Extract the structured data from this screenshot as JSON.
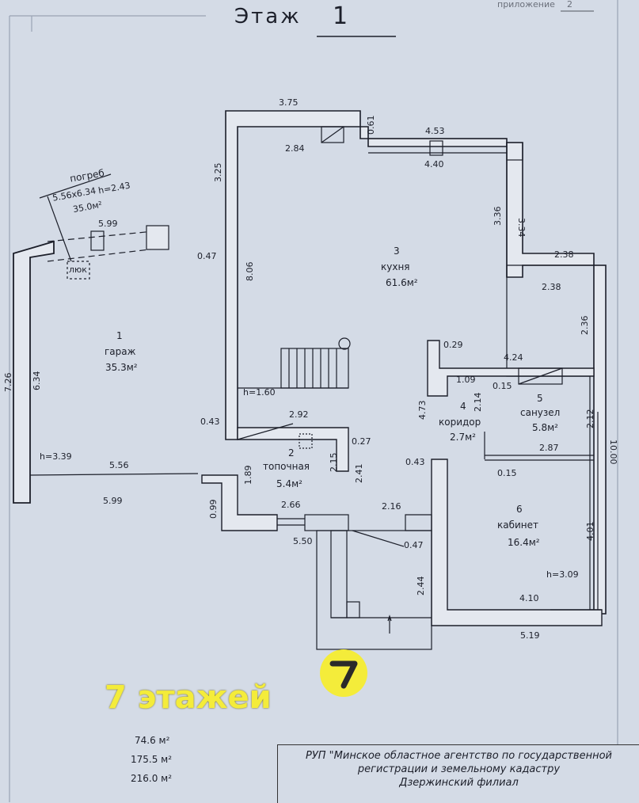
{
  "header": {
    "title": "Этаж",
    "floor_number": "1",
    "appendix_label": "приложение",
    "appendix_number": "2"
  },
  "rooms": [
    {
      "number": "1",
      "name": "гараж",
      "area": "35.3м²",
      "height": "h=3.39"
    },
    {
      "number": "2",
      "name": "топочная",
      "area": "5.4м²"
    },
    {
      "number": "3",
      "name": "кухня",
      "area": "61.6м²",
      "stair_height": "h=1.60"
    },
    {
      "number": "4",
      "name": "коридор",
      "area": "2.7м²"
    },
    {
      "number": "5",
      "name": "санузел",
      "area": "5.8м²"
    },
    {
      "number": "6",
      "name": "кабинет",
      "area": "16.4м²",
      "height": "h=3.09"
    }
  ],
  "cellar": {
    "label": "погреб",
    "size": "5.56х6.34",
    "height": "h=2.43",
    "area": "35.0м²",
    "hatch_label": "люк"
  },
  "dimensions": {
    "d375": "3.75",
    "d061": "0.61",
    "d453": "4.53",
    "d440": "4.40",
    "d284": "2.84",
    "d325": "3.25",
    "d336": "3.36",
    "d334": "3.34",
    "d238a": "2.38",
    "d238b": "2.38",
    "d236": "2.36",
    "d806": "8.06",
    "d047a": "0.47",
    "d599a": "5.99",
    "d726": "7.26",
    "d634": "6.34",
    "d556": "5.56",
    "d599b": "5.99",
    "d029": "0.29",
    "d424": "4.24",
    "d109": "1.09",
    "d015a": "0.15",
    "d214": "2.14",
    "d473": "4.73",
    "d212": "2.12",
    "d1000": "10.00",
    "d287": "2.87",
    "d015b": "0.15",
    "d043a": "0.43",
    "d292": "2.92",
    "d027": "0.27",
    "d215": "2.15",
    "d241": "2.41",
    "d043b": "0.43",
    "d189": "1.89",
    "d099": "0.99",
    "d266": "2.66",
    "d216": "2.16",
    "d047b": "0.47",
    "d550": "5.50",
    "d244": "2.44",
    "d401": "4.01",
    "d410": "4.10",
    "d519": "5.19"
  },
  "promo": {
    "text": "7 этажей",
    "logo_text": "7"
  },
  "areas": [
    "74.6 м²",
    "175.5 м²",
    "216.0 м²"
  ],
  "stamp": {
    "line1": "РУП \"Минское областное агентство по государственной",
    "line2": "регистрации и земельному кадастру",
    "line3": "Дзержинский филиал"
  },
  "colors": {
    "paper": "#d4dbe6",
    "ink": "#1c1f2a",
    "promo": "#f4ec3a"
  }
}
